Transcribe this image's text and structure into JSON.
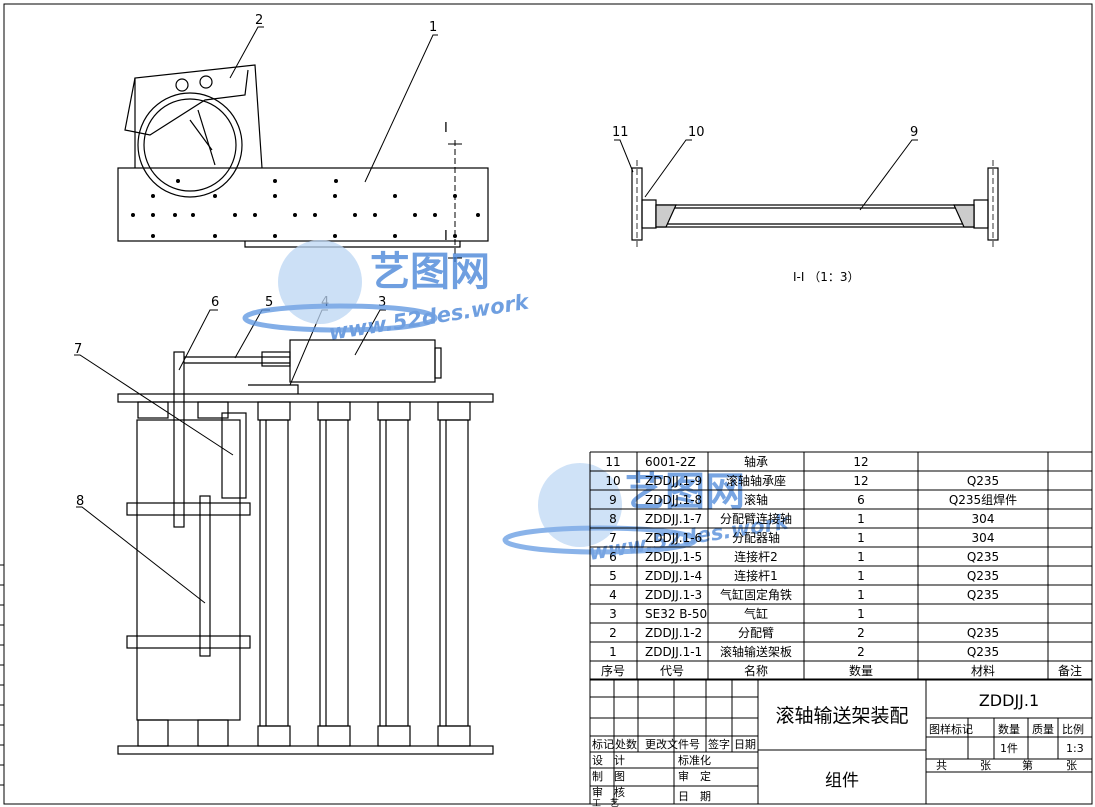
{
  "section": {
    "label": "I-I （1：3）",
    "cut_mark": "I"
  },
  "balloons": [
    "1",
    "2",
    "3",
    "4",
    "5",
    "6",
    "7",
    "8",
    "9",
    "10",
    "11"
  ],
  "watermark": {
    "brand": "艺图网",
    "url": "www.52des.work"
  },
  "bom": {
    "headers": {
      "no": "序号",
      "code": "代号",
      "name": "名称",
      "qty": "数量",
      "material": "材料",
      "remark": "备注"
    },
    "rows": [
      {
        "no": "11",
        "code": "6001-2Z",
        "name": "轴承",
        "qty": "12",
        "material": ""
      },
      {
        "no": "10",
        "code": "ZDDJJ.1-9",
        "name": "滚轴轴承座",
        "qty": "12",
        "material": "Q235"
      },
      {
        "no": "9",
        "code": "ZDDJJ.1-8",
        "name": "滚轴",
        "qty": "6",
        "material": "Q235组焊件"
      },
      {
        "no": "8",
        "code": "ZDDJJ.1-7",
        "name": "分配臂连接轴",
        "qty": "1",
        "material": "304"
      },
      {
        "no": "7",
        "code": "ZDDJJ.1-6",
        "name": "分配器轴",
        "qty": "1",
        "material": "304"
      },
      {
        "no": "6",
        "code": "ZDDJJ.1-5",
        "name": "连接杆2",
        "qty": "1",
        "material": "Q235"
      },
      {
        "no": "5",
        "code": "ZDDJJ.1-4",
        "name": "连接杆1",
        "qty": "1",
        "material": "Q235"
      },
      {
        "no": "4",
        "code": "ZDDJJ.1-3",
        "name": "气缸固定角铁",
        "qty": "1",
        "material": "Q235"
      },
      {
        "no": "3",
        "code": "SE32 B-50",
        "name": "气缸",
        "qty": "1",
        "material": ""
      },
      {
        "no": "2",
        "code": "ZDDJJ.1-2",
        "name": "分配臂",
        "qty": "2",
        "material": "Q235"
      },
      {
        "no": "1",
        "code": "ZDDJJ.1-1",
        "name": "滚轴输送架板",
        "qty": "2",
        "material": "Q235"
      }
    ]
  },
  "title_block": {
    "drawing_title": "滚轴输送架装配",
    "drawing_code": "ZDDJJ.1",
    "type": "组件",
    "rev_labels": [
      "标记",
      "处数",
      "更改文件号",
      "签字",
      "日期"
    ],
    "sign_labels": [
      "设　计",
      "制　图",
      "审　核",
      "工　艺"
    ],
    "approve_labels": [
      "标准化",
      "审　定",
      "日　期"
    ],
    "attr_labels": [
      "图样标记",
      "数量",
      "质量",
      "比例"
    ],
    "quantity": "1件",
    "scale": "1:3",
    "sheet_labels": [
      "共",
      "张",
      "第",
      "张"
    ]
  }
}
